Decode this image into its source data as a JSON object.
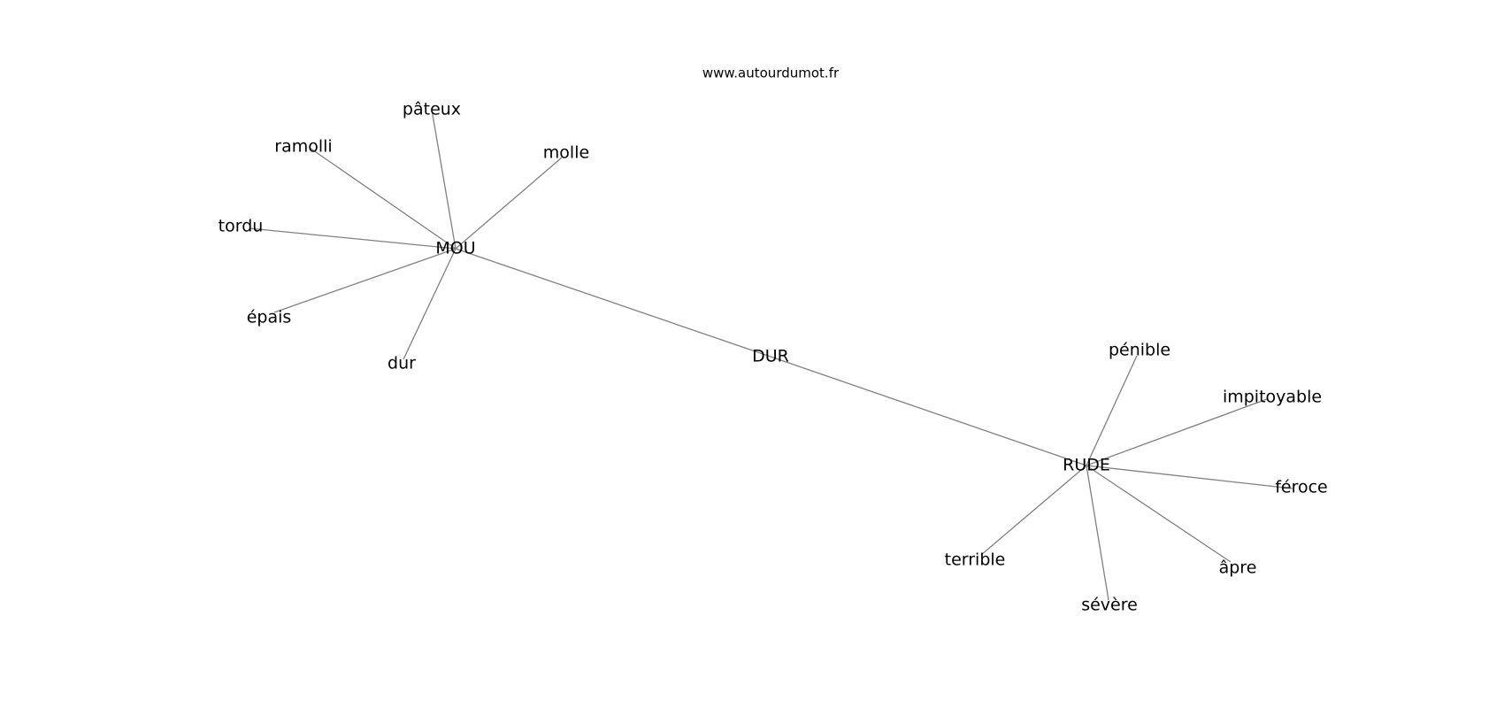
{
  "watermark": "www.autourdumot.fr",
  "graph": {
    "nodes": [
      {
        "id": "dur_center",
        "label": "DUR"
      },
      {
        "id": "mou",
        "label": "MOU"
      },
      {
        "id": "rude",
        "label": "RUDE"
      },
      {
        "id": "pateux",
        "label": "pâteux"
      },
      {
        "id": "ramolli",
        "label": "ramolli"
      },
      {
        "id": "molle",
        "label": "molle"
      },
      {
        "id": "tordu",
        "label": "tordu"
      },
      {
        "id": "epais",
        "label": "épais"
      },
      {
        "id": "dur",
        "label": "dur"
      },
      {
        "id": "penible",
        "label": "pénible"
      },
      {
        "id": "impitoyable",
        "label": "impitoyable"
      },
      {
        "id": "feroce",
        "label": "féroce"
      },
      {
        "id": "terrible",
        "label": "terrible"
      },
      {
        "id": "apre",
        "label": "âpre"
      },
      {
        "id": "severe",
        "label": "sévère"
      }
    ],
    "edges": [
      [
        "dur_center",
        "mou"
      ],
      [
        "dur_center",
        "rude"
      ],
      [
        "mou",
        "pateux"
      ],
      [
        "mou",
        "ramolli"
      ],
      [
        "mou",
        "molle"
      ],
      [
        "mou",
        "tordu"
      ],
      [
        "mou",
        "epais"
      ],
      [
        "mou",
        "dur"
      ],
      [
        "rude",
        "penible"
      ],
      [
        "rude",
        "impitoyable"
      ],
      [
        "rude",
        "feroce"
      ],
      [
        "rude",
        "terrible"
      ],
      [
        "rude",
        "apre"
      ],
      [
        "rude",
        "severe"
      ]
    ]
  }
}
